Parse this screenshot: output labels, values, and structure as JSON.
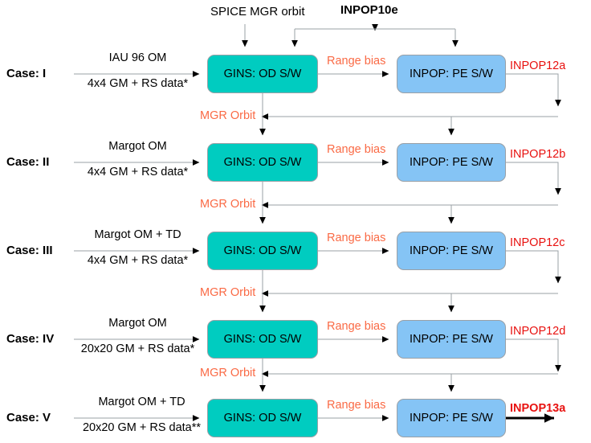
{
  "diagram": {
    "title_top_left": "SPICE MGR orbit",
    "title_top_right": "INPOP10e",
    "gins_box_label": "GINS: OD S/W",
    "inpop_box_label": "INPOP: PE S/W",
    "range_bias_label": "Range bias",
    "mgr_orbit_label": "MGR Orbit",
    "colors": {
      "gins_box": "#00ccc0",
      "inpop_box": "#85c4f5",
      "orange_text": "#fa6a45",
      "red_text": "#e8110f",
      "connector": "#9aa0a6",
      "black": "#000000"
    },
    "rows": [
      {
        "case_label": "Case: I",
        "input_top": "IAU 96 OM",
        "input_bottom": "4x4 GM + RS data*",
        "gins": "GINS: OD S/W",
        "range_bias": "Range bias",
        "inpop": "INPOP: PE S/W",
        "output": "INPOP12a",
        "output_bold": false
      },
      {
        "case_label": "Case: II",
        "input_top": "Margot OM",
        "input_bottom": "4x4 GM + RS data*",
        "gins": "GINS: OD S/W",
        "range_bias": "Range bias",
        "inpop": "INPOP: PE S/W",
        "output": "INPOP12b",
        "output_bold": false
      },
      {
        "case_label": "Case: III",
        "input_top": "Margot OM + TD",
        "input_bottom": "4x4 GM + RS data*",
        "gins": "GINS: OD S/W",
        "range_bias": "Range bias",
        "inpop": "INPOP: PE S/W",
        "output": "INPOP12c",
        "output_bold": false
      },
      {
        "case_label": "Case: IV",
        "input_top": "Margot OM",
        "input_bottom": "20x20 GM + RS data*",
        "gins": "GINS: OD S/W",
        "range_bias": "Range bias",
        "inpop": "INPOP: PE S/W",
        "output": "INPOP12d",
        "output_bold": false
      },
      {
        "case_label": "Case: V",
        "input_top": "Margot OM + TD",
        "input_bottom": "20x20 GM + RS data**",
        "gins": "GINS: OD S/W",
        "range_bias": "Range bias",
        "inpop": "INPOP: PE S/W",
        "output": "INPOP13a",
        "output_bold": true
      }
    ],
    "feedback_labels": [
      "MGR Orbit",
      "MGR Orbit",
      "MGR Orbit",
      "MGR Orbit"
    ]
  }
}
